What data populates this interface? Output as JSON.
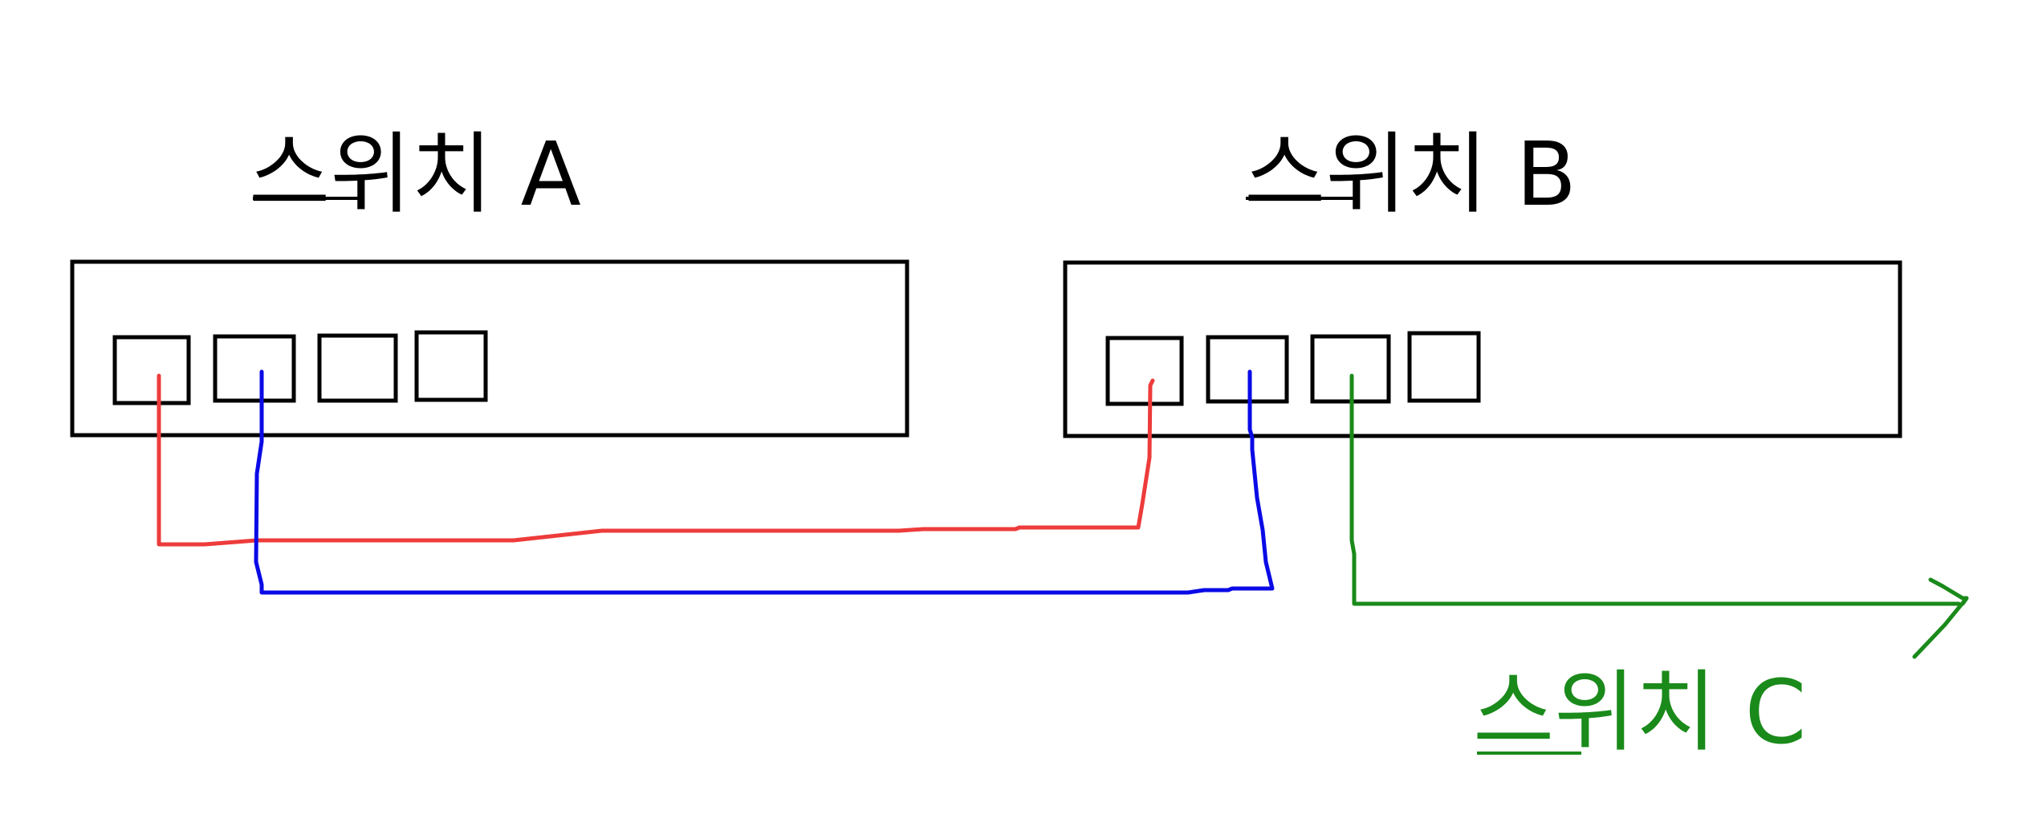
{
  "labels": {
    "switch_a": "스위치  A",
    "switch_b": "스위치  B",
    "switch_c": "스위치  C"
  },
  "colors": {
    "outline": "#000000",
    "cable_red": "#ee3b3b",
    "cable_blue": "#0a0ae6",
    "cable_green": "#1a8a1a",
    "background": "#ffffff"
  },
  "switches": [
    {
      "id": "switch_a",
      "ports": 4
    },
    {
      "id": "switch_b",
      "ports": 4
    }
  ],
  "connections": [
    {
      "from": "switch_a.port1",
      "to": "switch_b.port1",
      "color": "cable_red"
    },
    {
      "from": "switch_a.port2",
      "to": "switch_b.port2",
      "color": "cable_blue"
    },
    {
      "from": "switch_b.port3",
      "to": "switch_c",
      "color": "cable_green",
      "arrow": true
    }
  ]
}
